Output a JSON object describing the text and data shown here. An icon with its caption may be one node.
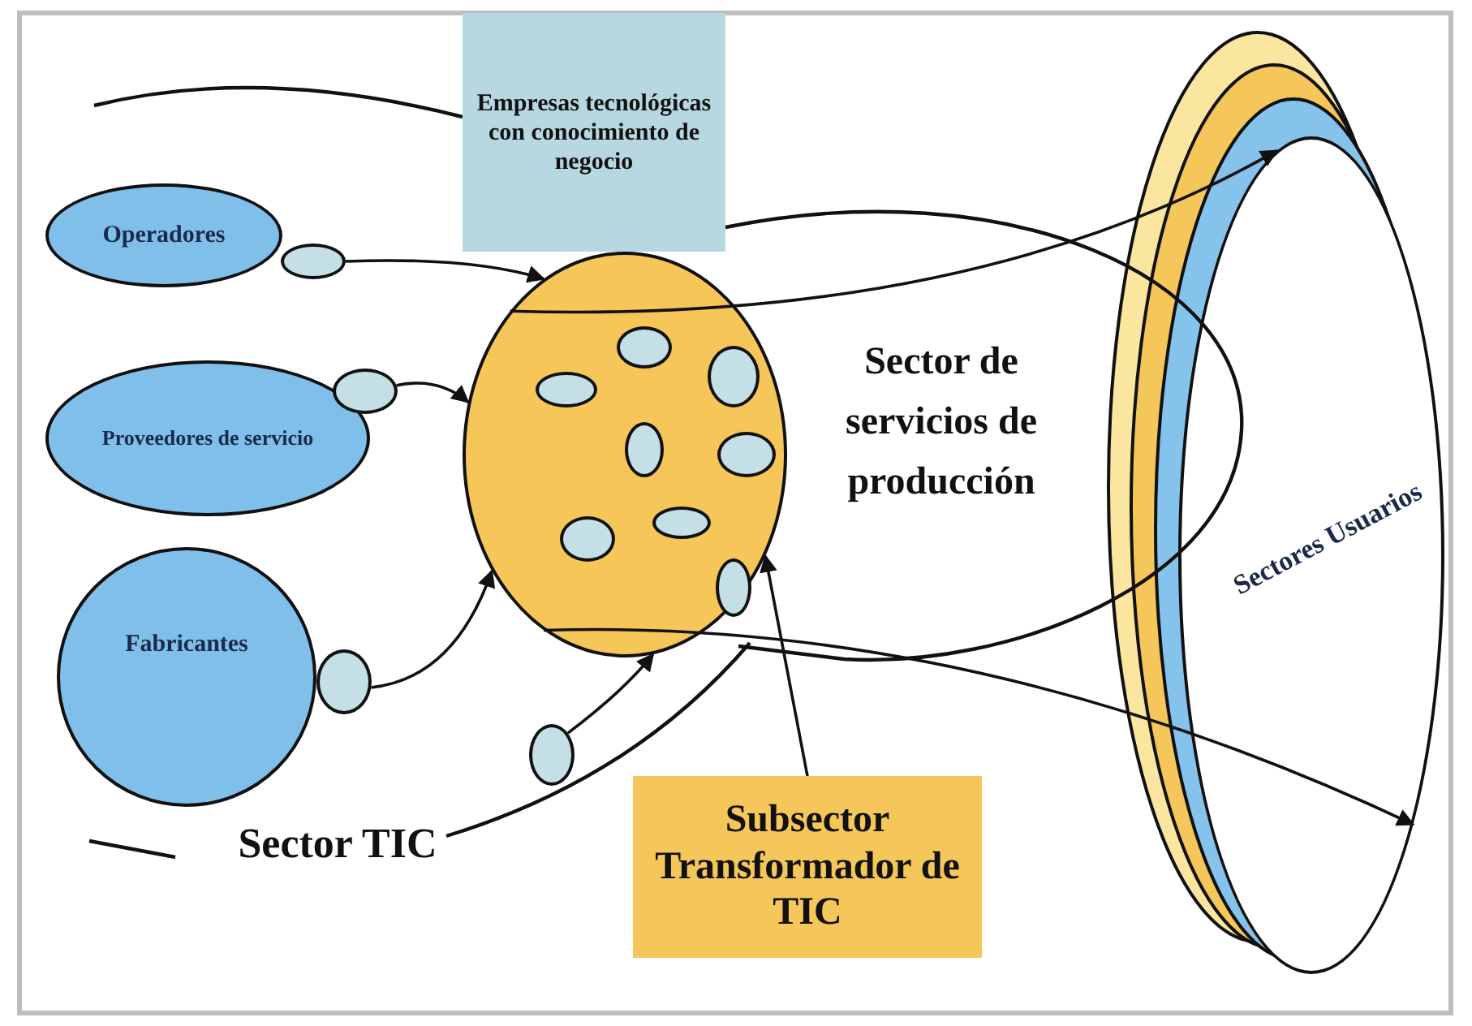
{
  "diagram": {
    "nodes": [
      {
        "text": [
          "Empresas tecnológicas con conocimiento de negocio"
        ]
      },
      {
        "text": [
          "Operadores"
        ]
      },
      {
        "text": [],
        "shape": "circle"
      },
      {
        "text": [
          "Proveedores de servicio"
        ]
      },
      {
        "text": [],
        "shape": "circle"
      },
      {
        "text": [
          "Fabricantes"
        ]
      },
      {
        "text": [],
        "shape": "circle"
      },
      {
        "text": [],
        "shape": "circle"
      },
      {
        "text": [],
        "shape": "circle",
        "in": 7
      },
      {
        "text": [],
        "shape": "circle",
        "in": 7
      },
      {
        "text": [],
        "shape": "circle",
        "in": 7
      },
      {
        "text": [],
        "shape": "circle",
        "in": 7
      },
      {
        "text": [],
        "shape": "circle",
        "in": 7
      },
      {
        "text": [],
        "shape": "circle",
        "in": 7
      },
      {
        "text": [],
        "shape": "circle",
        "in": 7
      },
      {
        "text": [],
        "shape": "circle",
        "in": 7
      },
      {
        "text": [],
        "shape": "circle"
      },
      {
        "text": [
          "Subsector Transformador de TIC"
        ]
      },
      {
        "text": [
          "Sectores Usuarios"
        ]
      }
    ],
    "edges": [
      {
        "from": 2,
        "to": 7,
        "arrow": "to"
      },
      {
        "from": 4,
        "to": 7,
        "arrow": "to"
      },
      {
        "from": 6,
        "to": 7,
        "arrow": "to"
      },
      {
        "from": 16,
        "to": 7,
        "arrow": "to"
      },
      {
        "from": 17,
        "to": 7,
        "arrow": "to"
      },
      {
        "from": 7,
        "to": 18,
        "arrow": "to"
      },
      {
        "from": 7,
        "to": 18,
        "arrow": "to"
      }
    ],
    "labels": [
      "Sector de servicios de producción",
      "Sector TIC"
    ]
  }
}
